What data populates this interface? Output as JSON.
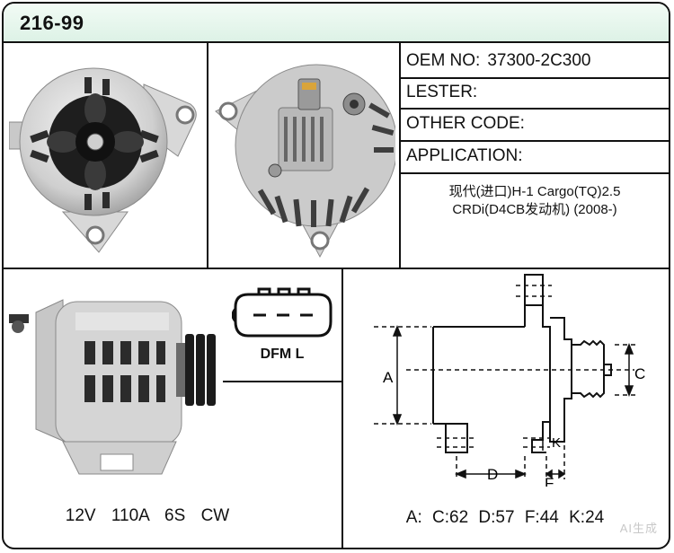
{
  "part_number": "216-99",
  "fields": [
    {
      "label": "OEM NO:",
      "value": "37300-2C300"
    },
    {
      "label": "LESTER:",
      "value": ""
    },
    {
      "label": "OTHER CODE:",
      "value": ""
    },
    {
      "label": "APPLICATION:",
      "value": ""
    }
  ],
  "application_lines": [
    "现代(进口)H-1 Cargo(TQ)2.5",
    "CRDi(D4CB发动机) (2008-)"
  ],
  "connector_label": "DFM L",
  "specs": "12V 110A 6S CW",
  "dim_labels": {
    "a": "A",
    "c": "C",
    "d": "D",
    "f": "F",
    "k": "K"
  },
  "dimensions": "A: C:62 D:57 F:44 K:24",
  "watermark": "AI生成"
}
